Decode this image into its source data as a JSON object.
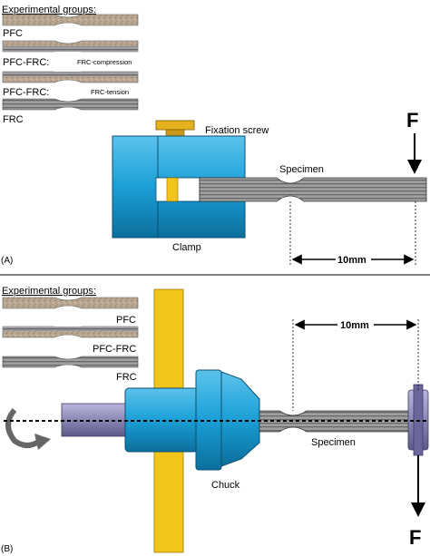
{
  "panel_a": {
    "tag": "(A)",
    "groups_heading": "Experimental groups:",
    "group1": "PFC",
    "group2": "PFC-FRC:",
    "group2_note": "FRC-compression",
    "group3": "PFC-FRC:",
    "group3_note": "FRC-tension",
    "group4": "FRC",
    "screw_label": "Fixation screw",
    "specimen_label": "Specimen",
    "clamp_label": "Clamp",
    "distance_label": "10mm",
    "force_label": "F"
  },
  "panel_b": {
    "tag": "(B)",
    "groups_heading": "Experimental groups:",
    "group1": "PFC",
    "group2": "PFC-FRC",
    "group3": "FRC",
    "distance_label": "10mm",
    "chuck_label": "Chuck",
    "specimen_label": "Specimen",
    "force_label": "F"
  },
  "colors": {
    "clamp_blue": "#1a9fd6",
    "screw_gold": "#e5b21f",
    "spindle_yellow": "#f3c51a",
    "composite_grey": "#8f8f8f",
    "particulate_tan": "#b8a48f",
    "shaft_purple": "#8a87b5"
  }
}
